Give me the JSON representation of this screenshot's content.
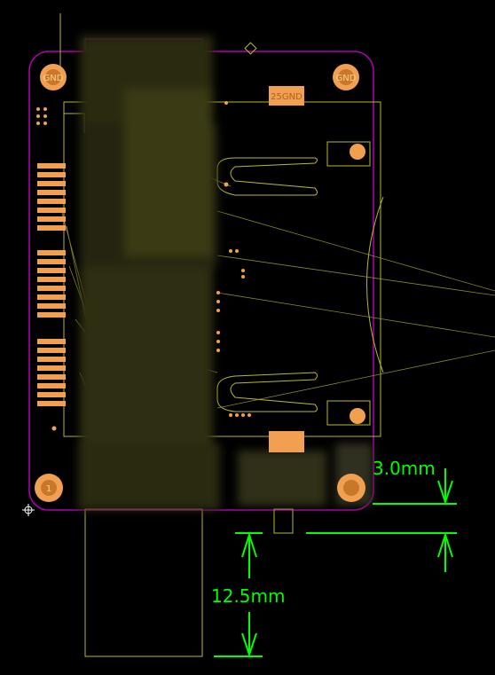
{
  "labels": {
    "gnd_left": "GND",
    "gnd_right": "GND",
    "gnd_top": "25GND",
    "pin1": "1"
  },
  "dimensions": {
    "clearance": "3.0mm",
    "overhang": "12.5mm"
  },
  "colors": {
    "board_outline": "#b000b0",
    "copper_pad": "#f0a050",
    "silkscreen": "#b8b830",
    "dimension": "#00ff00",
    "background": "#000000"
  }
}
